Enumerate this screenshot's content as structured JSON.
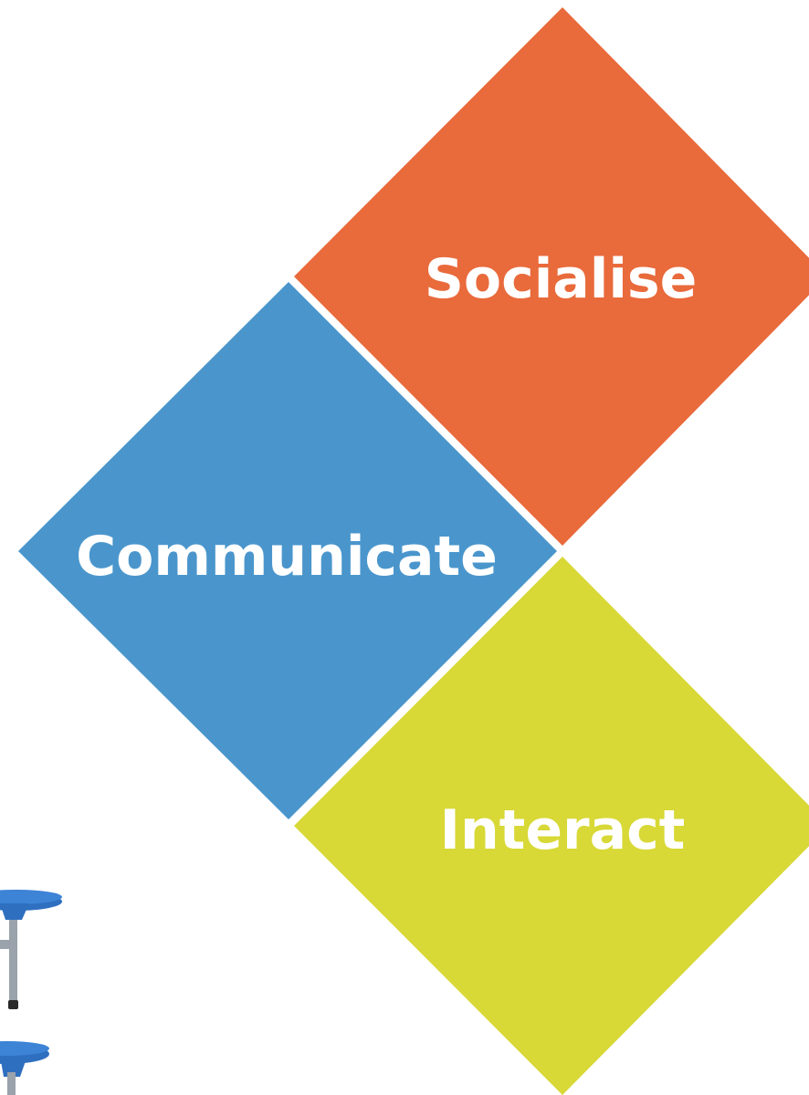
{
  "diamonds": {
    "socialise": {
      "label": "Socialise",
      "color": "#E96A3B"
    },
    "communicate": {
      "label": "Communicate",
      "color": "#4A96CC"
    },
    "interact": {
      "label": "Interact",
      "color": "#D8D837"
    }
  },
  "decor": {
    "stools_icon": "stool-icon",
    "stool_color": "#2f6fc0"
  }
}
